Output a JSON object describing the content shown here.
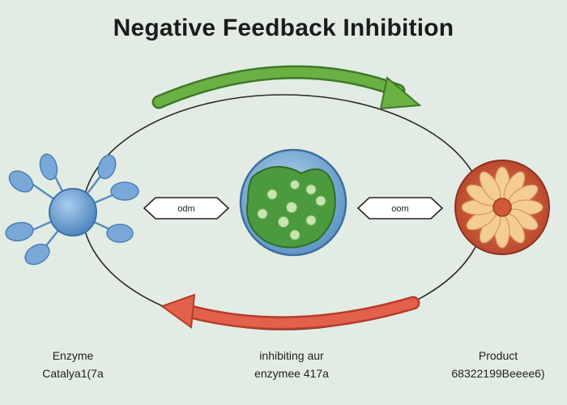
{
  "title": "Negative Feedback Inhibition",
  "connectors": {
    "left_label": "odm",
    "right_label": "oom"
  },
  "captions": {
    "enzyme_line1": "Enzyme",
    "enzyme_line2": "Catalya1(7a",
    "middle_line1": "inhibiting aur",
    "middle_line2": "enzymee 417a",
    "product_line1": "Product",
    "product_line2": "68322199Beeee6)"
  },
  "colors": {
    "background": "#e3ece4",
    "forward_arrow": "#5b9b3a",
    "feedback_arrow": "#d8553f",
    "enzyme": "#6fa3d6",
    "substrate_cell": "#4a9a3c",
    "product_outer": "#c95436",
    "product_petals": "#f2c98d"
  },
  "icons": {
    "forward": "curved-right-arrow",
    "feedback": "curved-left-arrow",
    "enzyme": "enzyme-molecule-icon",
    "substrate": "substrate-cell-icon",
    "product": "product-molecule-icon"
  }
}
